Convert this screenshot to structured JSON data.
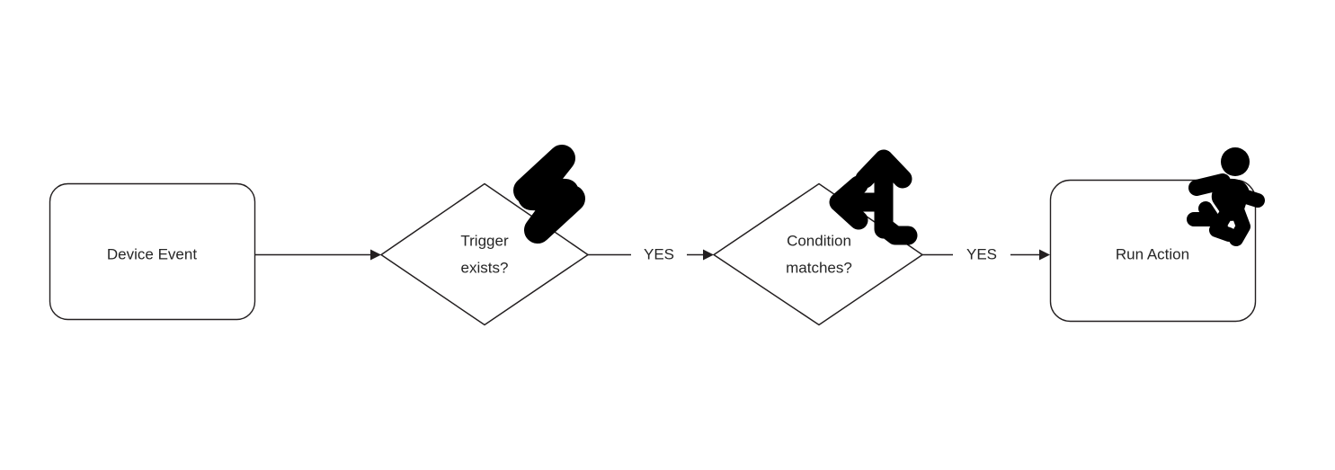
{
  "diagram": {
    "type": "flowchart",
    "orientation": "left-to-right",
    "background_color": "#ffffff",
    "stroke_color": "#231f20",
    "text_color": "#262626",
    "icon_color": "#000000",
    "nodes": [
      {
        "id": "device-event",
        "shape": "rounded-rectangle",
        "label": "Device Event",
        "icon": null
      },
      {
        "id": "trigger-exists",
        "shape": "diamond",
        "label_line1": "Trigger",
        "label_line2": "exists?",
        "icon": "lightning-bolt-icon"
      },
      {
        "id": "condition-matches",
        "shape": "diamond",
        "label_line1": "Condition",
        "label_line2": "matches?",
        "icon": "branch-arrows-icon"
      },
      {
        "id": "run-action",
        "shape": "rounded-rectangle",
        "label": "Run Action",
        "icon": "running-person-icon"
      }
    ],
    "edges": [
      {
        "id": "edge-1",
        "from": "device-event",
        "to": "trigger-exists",
        "label": ""
      },
      {
        "id": "edge-2",
        "from": "trigger-exists",
        "to": "condition-matches",
        "label": "YES"
      },
      {
        "id": "edge-3",
        "from": "condition-matches",
        "to": "run-action",
        "label": "YES"
      }
    ]
  }
}
